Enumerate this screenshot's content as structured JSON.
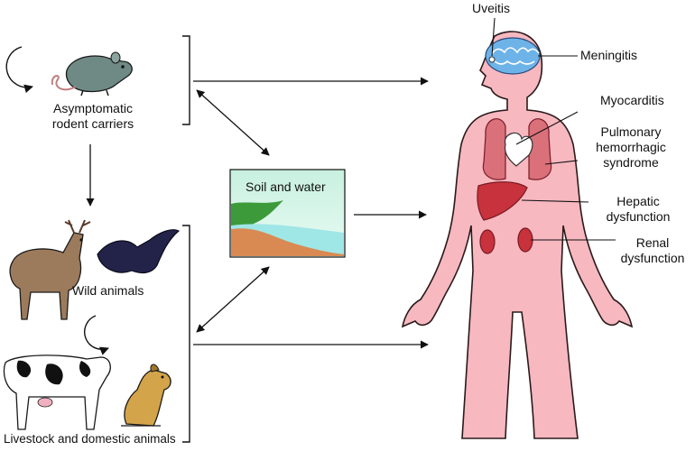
{
  "labels": {
    "rodents": "Asymptomatic rodent carriers",
    "soil_water": "Soil and water",
    "wild": "Wild animals",
    "livestock": "Livestock and domestic animals"
  },
  "conditions": [
    "Uveitis",
    "Meningitis",
    "Myocarditis",
    "Pulmonary hemorrhagic syndrome",
    "Hepatic dysfunction",
    "Renal dysfunction"
  ],
  "colors": {
    "skin": "#f7b8c0",
    "skin_outline": "#2a1a1a",
    "organ": "#c8323c",
    "lung": "#d9707a",
    "brain": "#6db3e8",
    "water": "#9fe6e6",
    "soil": "#d98a52",
    "grass": "#3d9a3a",
    "bat": "#23234a",
    "deer": "#9c7b5c",
    "rat": "#6f8a85",
    "dog": "#d4a44a"
  }
}
